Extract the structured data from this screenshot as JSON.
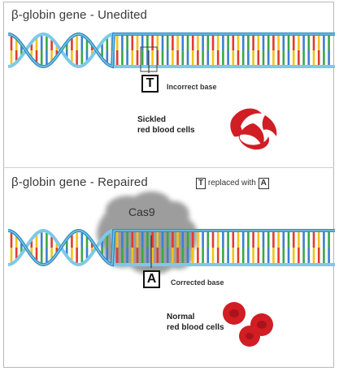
{
  "panels": {
    "unedited": {
      "title": "β-globin gene - Unedited",
      "base": "T",
      "base_label": "Incorrect base",
      "cells_label_line1": "Sickled",
      "cells_label_line2": "red blood cells"
    },
    "repaired": {
      "title": "β-globin gene - Repaired",
      "legend_from": "T",
      "legend_text": "replaced with",
      "legend_to": "A",
      "enzyme": "Cas9",
      "base": "A",
      "base_label": "Corrected base",
      "cells_label_line1": "Normal",
      "cells_label_line2": "red blood cells"
    }
  },
  "colors": {
    "backbone_light": "#7dc9e9",
    "backbone_dark": "#2f8fc3",
    "rung_colors": [
      "#e23b2f",
      "#f0c419",
      "#3d7fd1",
      "#39a845"
    ],
    "cell_red": "#d11d24",
    "cas9_gray": "#8c8c8c"
  }
}
